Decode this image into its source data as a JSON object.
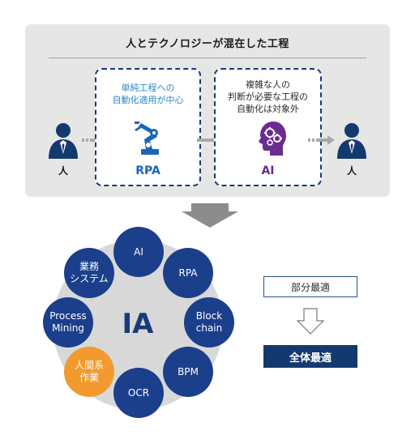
{
  "top_panel": {
    "title": "人とテクノロジーが混在した工程",
    "rpa": {
      "description": "単純工程への\n自動化適用が中心",
      "label": "RPA",
      "icon": "robot-arm-icon"
    },
    "ai": {
      "description": "複雑な人の\n判断が必要な工程の\n自動化は対象外",
      "label": "AI",
      "icon": "head-gears-icon"
    },
    "person_left": {
      "label": "人",
      "icon": "person-icon"
    },
    "person_right": {
      "label": "人",
      "icon": "person-icon"
    }
  },
  "ia_diagram": {
    "center_label": "IA",
    "nodes": [
      {
        "id": "ai",
        "label": "AI"
      },
      {
        "id": "rpa",
        "label": "RPA"
      },
      {
        "id": "blockchain",
        "label": "Block\nchain"
      },
      {
        "id": "bpm",
        "label": "BPM"
      },
      {
        "id": "ocr",
        "label": "OCR"
      },
      {
        "id": "human-work",
        "label": "人間系\n作業",
        "highlight": true
      },
      {
        "id": "process-mining",
        "label": "Process\nMining"
      },
      {
        "id": "business-system",
        "label": "業務\nシステム"
      }
    ]
  },
  "optimization": {
    "partial": "部分最適",
    "total": "全体最適"
  },
  "colors": {
    "navy": "#1b3f8b",
    "accent_blue": "#2b88c9",
    "purple": "#6b2c91",
    "orange": "#f29a2e",
    "panel_gray": "#e6e6e6"
  }
}
